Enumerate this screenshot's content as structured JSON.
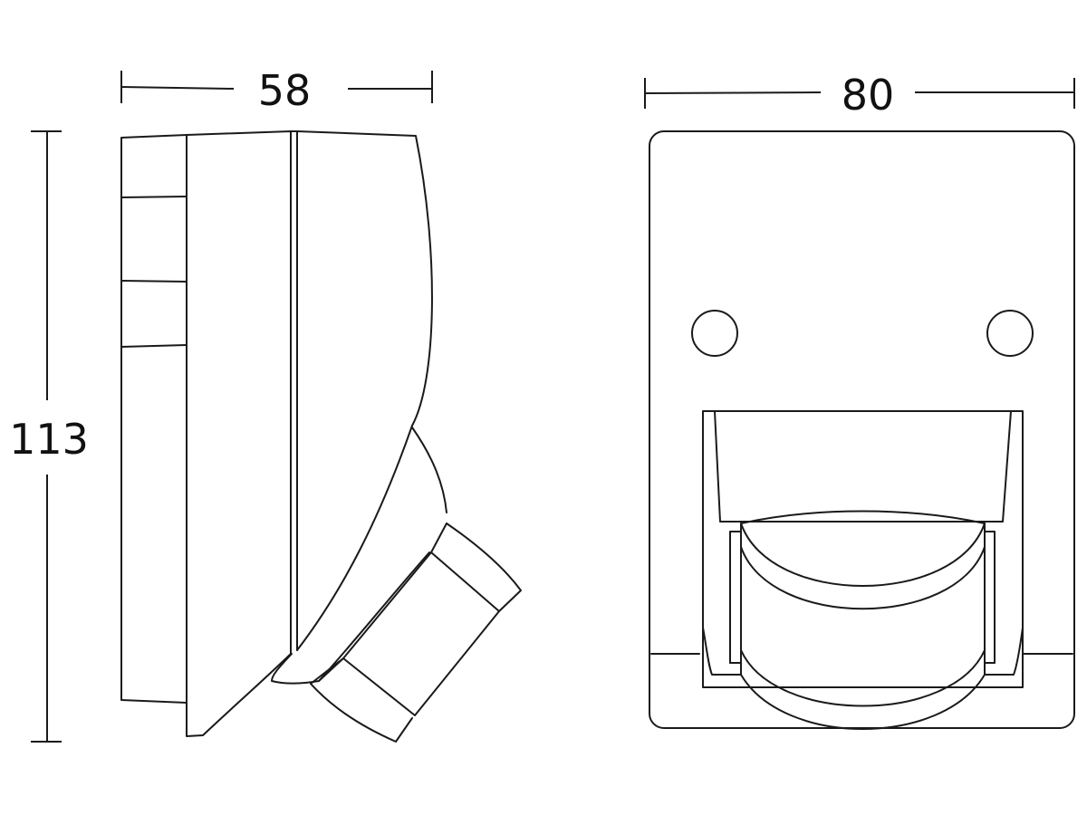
{
  "dimensions": {
    "side_depth": "58",
    "front_width": "80",
    "height": "113"
  }
}
